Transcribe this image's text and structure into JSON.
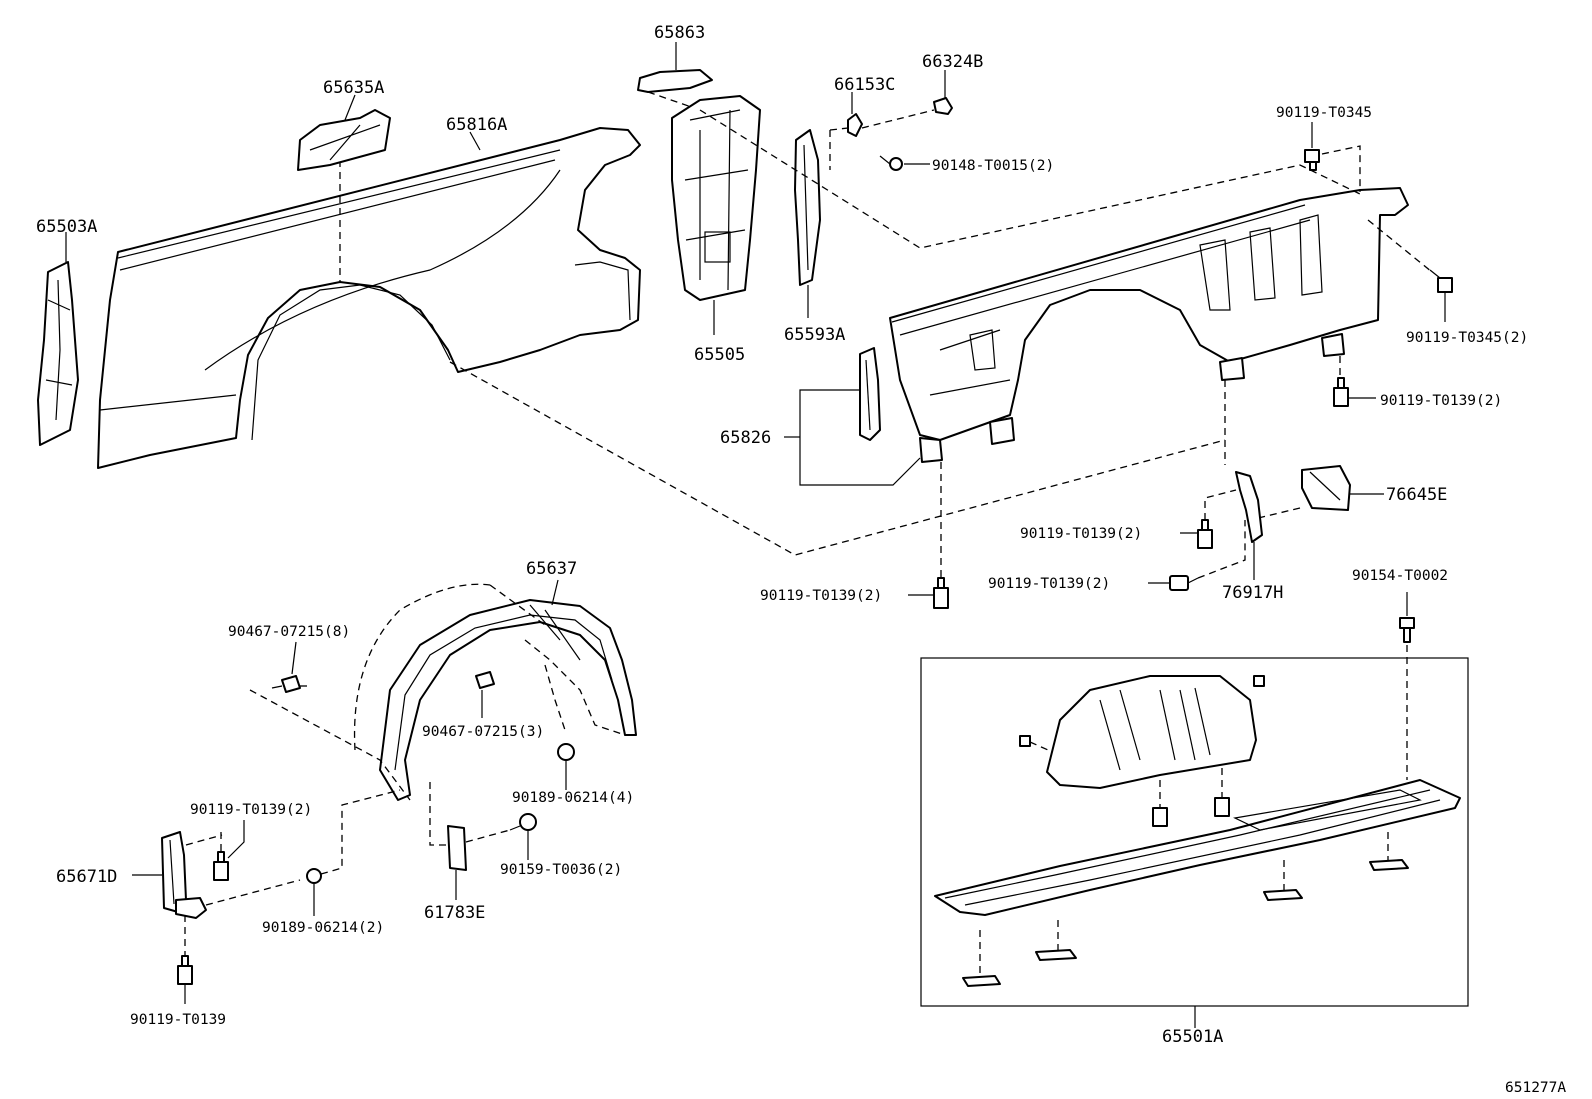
{
  "diagram_id": "651277A",
  "labels": {
    "p65863": "65863",
    "p65635A": "65635A",
    "p65816A": "65816A",
    "p65503A": "65503A",
    "p66153C": "66153C",
    "p66324B": "66324B",
    "p90148T0015": "90148-T0015(2)",
    "p90119T0345": "90119-T0345",
    "p90119T0345x2": "90119-T0345(2)",
    "p65505": "65505",
    "p65593A": "65593A",
    "p90119T0139r": "90119-T0139(2)",
    "p65826": "65826",
    "p76645E": "76645E",
    "p90119T0139a": "90119-T0139(2)",
    "p90119T0139b": "90119-T0139(2)",
    "p76917H": "76917H",
    "p90119T0139c": "90119-T0139(2)",
    "p90154T0002": "90154-T0002",
    "p65637": "65637",
    "p90467x8": "90467-07215(8)",
    "p90467x3": "90467-07215(3)",
    "p90189x4": "90189-06214(4)",
    "p90119T0139d": "90119-T0139(2)",
    "p65671D": "65671D",
    "p90159T0036": "90159-T0036(2)",
    "p61783E": "61783E",
    "p90189x2": "90189-06214(2)",
    "p90119T0139e": "90119-T0139",
    "p65501A": "65501A"
  }
}
